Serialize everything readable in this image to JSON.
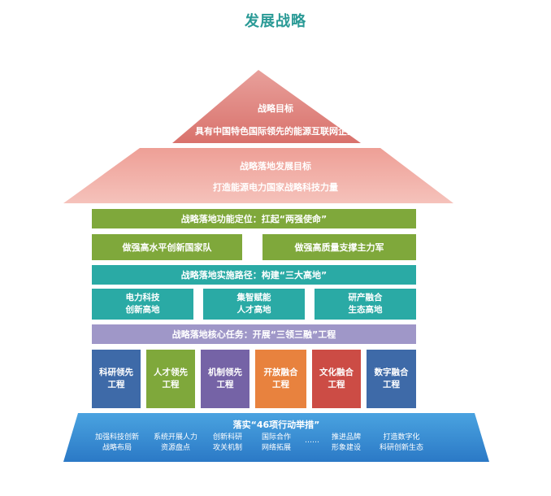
{
  "page_title": "发展战略",
  "roof_top": {
    "title": "战略目标",
    "subtitle": "具有中国特色国际领先的能源互联网企业"
  },
  "roof_bottom": {
    "title": "战略落地发展目标",
    "subtitle": "打造能源电力国家战略科技力量"
  },
  "positioning": {
    "title": "战略落地功能定位：扛起“两强使命”",
    "items": [
      "做强高水平创新国家队",
      "做强高质量支撑主力军"
    ]
  },
  "path": {
    "title": "战略落地实施路径：构建“三大高地”",
    "items": [
      "电力科技\n创新高地",
      "集智赋能\n人才高地",
      "研产融合\n生态高地"
    ]
  },
  "core_task": {
    "title": "战略落地核心任务：开展“三领三融”工程"
  },
  "pillars": [
    {
      "label": "科研领先\n工程",
      "color": "#3e6aa8"
    },
    {
      "label": "人才领先\n工程",
      "color": "#7fa83b"
    },
    {
      "label": "机制领先\n工程",
      "color": "#7563a6"
    },
    {
      "label": "开放融合\n工程",
      "color": "#e8823e"
    },
    {
      "label": "文化融合\n工程",
      "color": "#cc4c45"
    },
    {
      "label": "数字融合\n工程",
      "color": "#3e6aa8"
    }
  ],
  "foundation": {
    "title": "落实“46项行动举措”",
    "items": [
      "加强科技创新\n战略布局",
      "系统开展人力\n资源盘点",
      "创新科研\n攻关机制",
      "国际合作\n网络拓展",
      "……",
      "推进品牌\n形象建设",
      "打造数字化\n科研创新生态"
    ]
  }
}
